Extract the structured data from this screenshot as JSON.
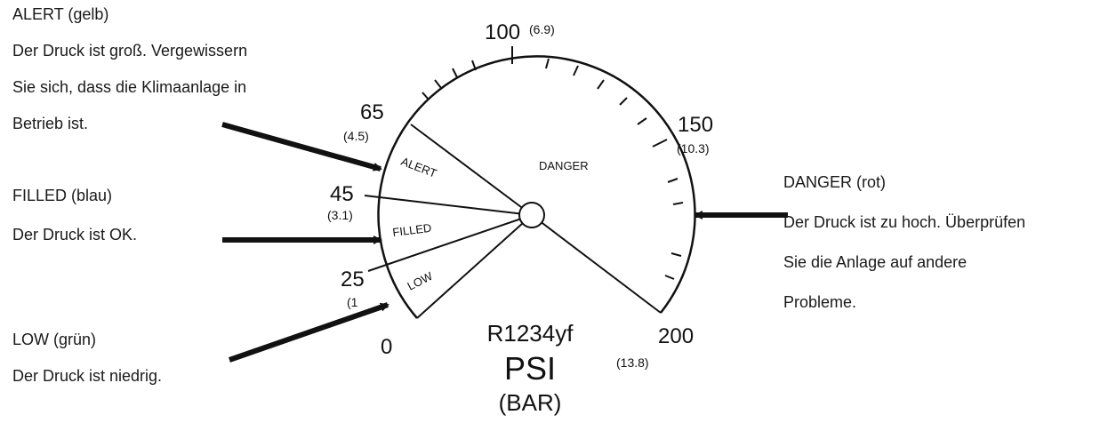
{
  "gauge": {
    "refrigerant": "R1234yf",
    "unit_primary": "PSI",
    "unit_secondary": "(BAR)",
    "scale_labels": [
      {
        "psi": "0",
        "bar": ""
      },
      {
        "psi": "25",
        "bar": "(1"
      },
      {
        "psi": "45",
        "bar": "(3.1)"
      },
      {
        "psi": "65",
        "bar": "(4.5)"
      },
      {
        "psi": "100",
        "bar": "(6.9)"
      },
      {
        "psi": "150",
        "bar": "(10.3)"
      },
      {
        "psi": "200",
        "bar": "(13.8)"
      }
    ],
    "zones": [
      {
        "id": "low",
        "label": "LOW"
      },
      {
        "id": "filled",
        "label": "FILLED"
      },
      {
        "id": "alert",
        "label": "ALERT"
      },
      {
        "id": "danger",
        "label": "DANGER"
      }
    ]
  },
  "notes": {
    "alert": {
      "title": "ALERT (gelb)",
      "lines": [
        "Der Druck ist groß. Vergewissern",
        "Sie sich, dass die Klimaanlage in",
        "Betrieb ist."
      ]
    },
    "filled": {
      "title": "FILLED (blau)",
      "lines": [
        "Der Druck ist OK."
      ]
    },
    "low": {
      "title": "LOW (grün)",
      "lines": [
        "Der Druck ist niedrig."
      ]
    },
    "danger": {
      "title": "DANGER (rot)",
      "lines": [
        "Der Druck ist zu hoch. Überprüfen",
        "Sie die Anlage auf andere",
        "Probleme."
      ]
    }
  },
  "colors": {
    "ink": "#111111"
  }
}
